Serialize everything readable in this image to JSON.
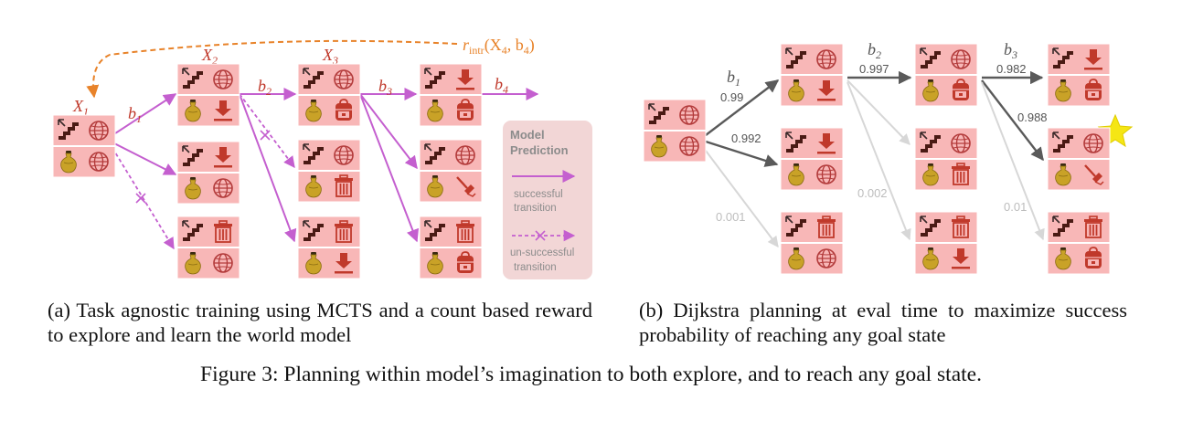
{
  "panel_a": {
    "labels": {
      "x1_var": "X",
      "x1_sub": "1",
      "x2_var": "X",
      "x2_sub": "2",
      "x3_var": "X",
      "x3_sub": "3",
      "b1": "b",
      "b1_sub": "1",
      "b2": "b",
      "b2_sub": "2",
      "b3": "b",
      "b3_sub": "3",
      "b4": "b",
      "b4_sub": "4",
      "reward_r": "r",
      "reward_sub": "intr",
      "reward_args": "(X",
      "reward_args_sub": "4",
      "reward_args_tail": ", b",
      "reward_args_sub2": "4",
      "reward_close": ")"
    },
    "legend": {
      "title_line1": "Model",
      "title_line2": "Prediction",
      "success_line1": "successful",
      "success_line2": "transition",
      "fail_line1": "un-successful",
      "fail_line2": "transition"
    },
    "colors": {
      "edge": "#c45fcf",
      "reward": "#e8832a",
      "label": "#c0392b",
      "node_fill": "#f8b7b7",
      "legend_bg": "#f2d6d6"
    }
  },
  "panel_b": {
    "labels": {
      "b1": "b",
      "b1_sub": "1",
      "b2": "b",
      "b2_sub": "2",
      "b3": "b",
      "b3_sub": "3"
    },
    "probs": {
      "p1_top": "0.99",
      "p1_mid": "0.992",
      "p1_bot": "0.001",
      "p2_top": "0.997",
      "p2_low": "0.002",
      "p3_top": "0.982",
      "p3_mid": "0.988",
      "p3_low": "0.01"
    },
    "colors": {
      "edge_dark": "#5a5a5a",
      "edge_light": "#d7d7d7",
      "star": "#f5e614"
    }
  },
  "icons": {
    "stairs": "stairs-icon",
    "globe": "globe-icon",
    "vase": "vase-icon",
    "download": "download-arrow-icon",
    "trash": "trash-icon",
    "backpack": "backpack-icon",
    "hammer": "hammer-icon",
    "star": "star-icon"
  },
  "captions": {
    "a": "(a) Task agnostic training using MCTS and a count based reward to explore and learn the world model",
    "b": "(b) Dijkstra planning at eval time to maximize success probability of reaching any goal state",
    "figure": "Figure 3: Planning within model’s imagination to both explore, and to reach any goal state."
  }
}
